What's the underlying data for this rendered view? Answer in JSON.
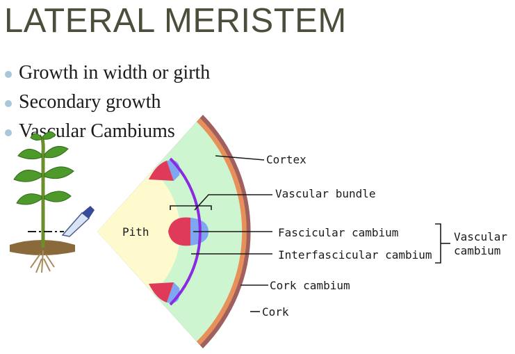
{
  "slide": {
    "title": "LATERAL MERISTEM",
    "bullets": [
      "Growth in width or girth",
      "Secondary growth",
      "Vascular Cambiums"
    ]
  },
  "diagram": {
    "labels": {
      "pith": "Pith",
      "cortex": "Cortex",
      "vascular_bundle": "Vascular bundle",
      "fascicular_cambium": "Fascicular cambium",
      "interfascicular_cambium": "Interfascicular cambium",
      "vascular_cambium_line1": "Vascular",
      "vascular_cambium_line2": "cambium",
      "cork_cambium": "Cork cambium",
      "cork": "Cork"
    }
  },
  "colors": {
    "title": "#4d4d3c",
    "bullet": "#a9c7d8",
    "pith": "#fffacd",
    "cortex": "#ccf5d0",
    "cork_cambium": "#e8905a",
    "cork": "#a06060",
    "xylem": "#e03a5a",
    "phloem": "#7fa6f0",
    "cambium_ring": "#8a2be2"
  }
}
